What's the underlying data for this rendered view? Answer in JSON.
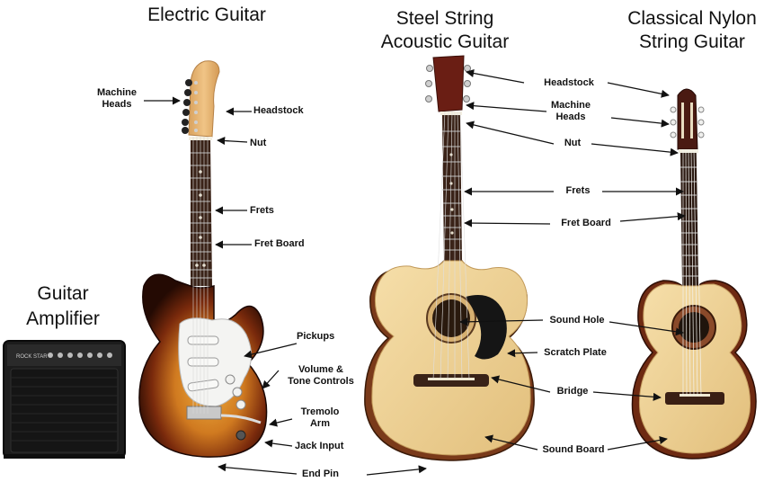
{
  "titles": {
    "electric": "Electric Guitar",
    "steel_line1": "Steel String",
    "steel_line2": "Acoustic Guitar",
    "classical_line1": "Classical Nylon",
    "classical_line2": "String Guitar",
    "amp_line1": "Guitar",
    "amp_line2": "Amplifier"
  },
  "amplifier_badge": "ROCK STAR",
  "electric_labels": {
    "machine_heads_1": "Machine",
    "machine_heads_2": "Heads",
    "headstock": "Headstock",
    "nut": "Nut",
    "frets": "Frets",
    "fret_board": "Fret Board",
    "pickups": "Pickups",
    "volume_1": "Volume &",
    "volume_2": "Tone Controls",
    "tremolo_1": "Tremolo",
    "tremolo_2": "Arm",
    "jack_input": "Jack Input",
    "end_pin": "End Pin"
  },
  "acoustic_labels": {
    "headstock": "Headstock",
    "machine_heads_1": "Machine",
    "machine_heads_2": "Heads",
    "nut": "Nut",
    "frets": "Frets",
    "fret_board": "Fret Board",
    "sound_hole": "Sound Hole",
    "scratch_plate": "Scratch Plate",
    "bridge": "Bridge",
    "sound_board": "Sound Board"
  },
  "colors": {
    "sunburst_center": "#e8a33a",
    "sunburst_edge": "#2a0c04",
    "maple_neck": "#e6b77a",
    "rosewood": "#3a2318",
    "spruce_top": "#efd39a",
    "headstock_mahogany": "#6a1e14",
    "pickguard_black": "#151515",
    "amp_body": "#1c1c1c"
  }
}
